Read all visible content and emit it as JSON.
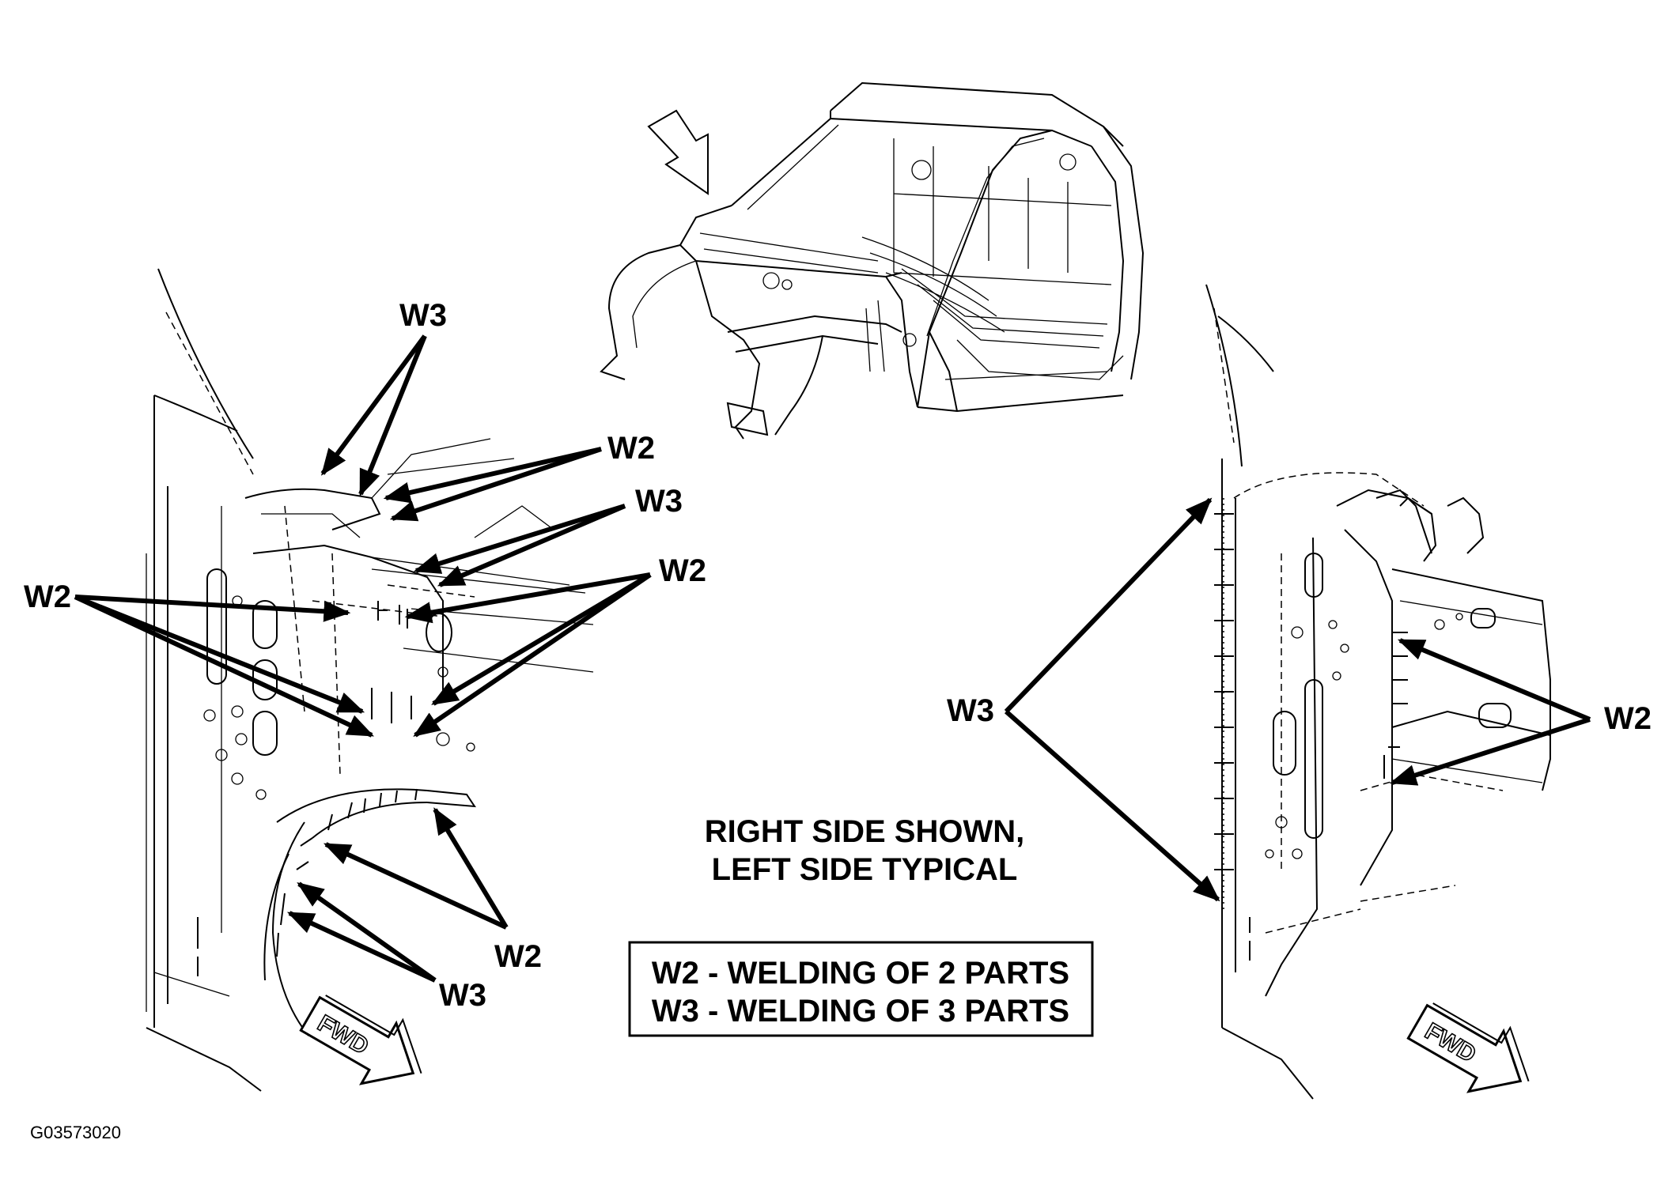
{
  "callouts": {
    "left_w3_top": "W3",
    "left_w2_top": "W2",
    "left_w3_mid": "W3",
    "left_w2_mid": "W2",
    "left_w2_side": "W2",
    "left_w2_bottom": "W2",
    "left_w3_bottom": "W3",
    "right_w3": "W3",
    "right_w2": "W2"
  },
  "note": {
    "line1": "RIGHT SIDE SHOWN,",
    "line2": "LEFT SIDE TYPICAL"
  },
  "legend": {
    "line1": "W2 - WELDING OF 2 PARTS",
    "line2": "W3 - WELDING OF 3 PARTS"
  },
  "fwd_label": "FWD",
  "figure_id": "G03573020"
}
